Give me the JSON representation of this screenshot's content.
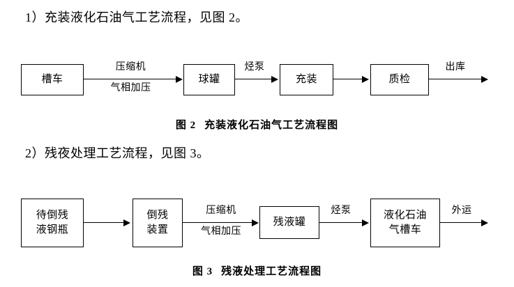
{
  "document": {
    "paragraphs": [
      {
        "id": "p1",
        "text": "1）充装液化石油气工艺流程，见图 2。"
      },
      {
        "id": "p2",
        "text": "2）残夜处理工艺流程，见图 3。"
      }
    ],
    "captions": [
      {
        "id": "fig2",
        "number": "图 2",
        "title": "充装液化石油气工艺流程图"
      },
      {
        "id": "fig3",
        "number": "图 3",
        "title": "残液处理工艺流程图"
      }
    ]
  },
  "figures": [
    {
      "id": "figure-2",
      "caption_number": "图 2",
      "caption_title": "充装液化石油气工艺流程图",
      "nodes": [
        {
          "id": "n1",
          "label": "槽车"
        },
        {
          "id": "n2",
          "label": "球罐"
        },
        {
          "id": "n3",
          "label": "充装"
        },
        {
          "id": "n4",
          "label": "质检"
        }
      ],
      "edge_labels": [
        {
          "id": "e1",
          "top": "压缩机",
          "bottom": "气相加压"
        },
        {
          "id": "e2",
          "top": "烃泵",
          "bottom": ""
        },
        {
          "id": "e3",
          "top": "",
          "bottom": ""
        },
        {
          "id": "e4",
          "top": "出库",
          "bottom": ""
        }
      ]
    },
    {
      "id": "figure-3",
      "caption_number": "图 3",
      "caption_title": "残液处理工艺流程图",
      "nodes": [
        {
          "id": "m1",
          "label": "待倒残\n液钢瓶"
        },
        {
          "id": "m2",
          "label": "倒残\n装置"
        },
        {
          "id": "m3",
          "label": "残液罐"
        },
        {
          "id": "m4",
          "label": "液化石油\n气槽车"
        }
      ],
      "edge_labels": [
        {
          "id": "f1",
          "top": "",
          "bottom": ""
        },
        {
          "id": "f2",
          "top": "压缩机",
          "bottom": "气相加压"
        },
        {
          "id": "f3",
          "top": "烃泵",
          "bottom": ""
        },
        {
          "id": "f4",
          "top": "外运",
          "bottom": ""
        }
      ]
    }
  ],
  "colors": {
    "ink": "#000000",
    "page": "#ffffff"
  }
}
